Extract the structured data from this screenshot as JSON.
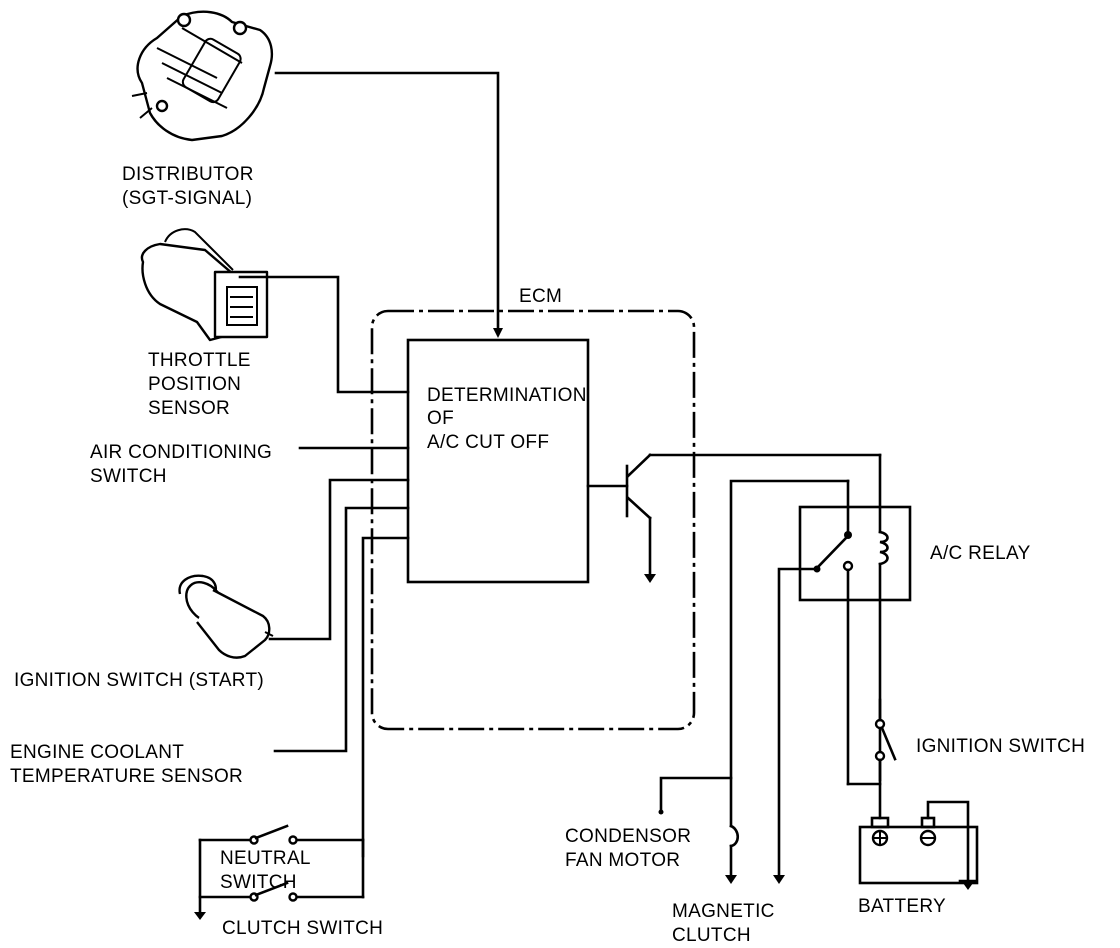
{
  "diagram": {
    "title": "A/C cut-off control circuit",
    "ecm": {
      "label": "ECM",
      "block_lines": [
        "DETERMINATION",
        "OF",
        "A/C CUT OFF"
      ]
    },
    "components": {
      "distributor": [
        "DISTRIBUTOR",
        "(SGT-SIGNAL)"
      ],
      "throttle_position_sensor": [
        "THROTTLE",
        "POSITION",
        "SENSOR"
      ],
      "air_conditioning_switch": [
        "AIR CONDITIONING",
        "SWITCH"
      ],
      "ignition_switch_start": [
        "IGNITION SWITCH (START)"
      ],
      "engine_coolant_temperature_sensor": [
        "ENGINE COOLANT",
        "TEMPERATURE SENSOR"
      ],
      "neutral_switch": [
        "NEUTRAL",
        "SWITCH"
      ],
      "clutch_switch": [
        "CLUTCH SWITCH"
      ],
      "ac_relay": [
        "A/C RELAY"
      ],
      "ignition_switch": [
        "IGNITION SWITCH"
      ],
      "condensor_fan_motor": [
        "CONDENSOR",
        "FAN MOTOR"
      ],
      "magnetic_clutch": [
        "MAGNETIC",
        "CLUTCH"
      ],
      "battery": [
        "BATTERY"
      ]
    },
    "battery_terminals": {
      "positive": "+",
      "negative": "−"
    }
  }
}
